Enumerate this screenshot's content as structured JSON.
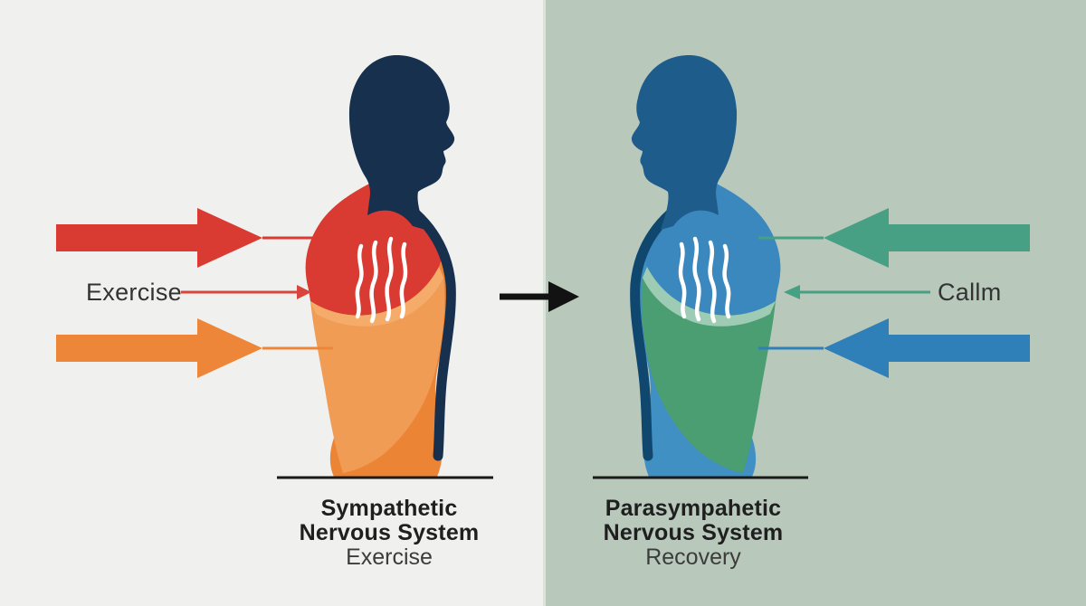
{
  "left": {
    "bg": "#f0f0ee",
    "side_label": "Exercise",
    "caption_bold_1": "Sympathetic",
    "caption_bold_2": "Nervous System",
    "caption_sub": "Exercise"
  },
  "right": {
    "bg": "#b8c9bb",
    "side_label": "Callm",
    "caption_bold_1": "Parasympahetic",
    "caption_bold_2": "Nervous System",
    "caption_sub": "Recovery"
  },
  "colors": {
    "divider_band": "#dfe7dc",
    "red_arrow": "#d93a31",
    "orange_arrow": "#ee8639",
    "green_arrow": "#47a083",
    "blue_arrow": "#2f80b9",
    "black_arrow": "#121212",
    "baseline": "#1a1a1a",
    "thin_red": "#d8453c",
    "thin_orange": "#ee8639",
    "thin_green": "#47a083",
    "thin_blue": "#2e7fb5",
    "left_head": "#16304d",
    "left_chest": "#d93a31",
    "left_body": "#ec8435",
    "left_overlay": "#f19c55",
    "left_overlay_edge": "#f5ab69",
    "left_front_strip": "#16304d",
    "right_head": "#1e5c8b",
    "right_chest": "#3a88be",
    "right_body": "#4090c3",
    "right_overlay": "#4b9d72",
    "right_overlay_edge": "#9ecbb3",
    "right_front_strip": "#0f476f",
    "white_line": "#ffffff"
  }
}
